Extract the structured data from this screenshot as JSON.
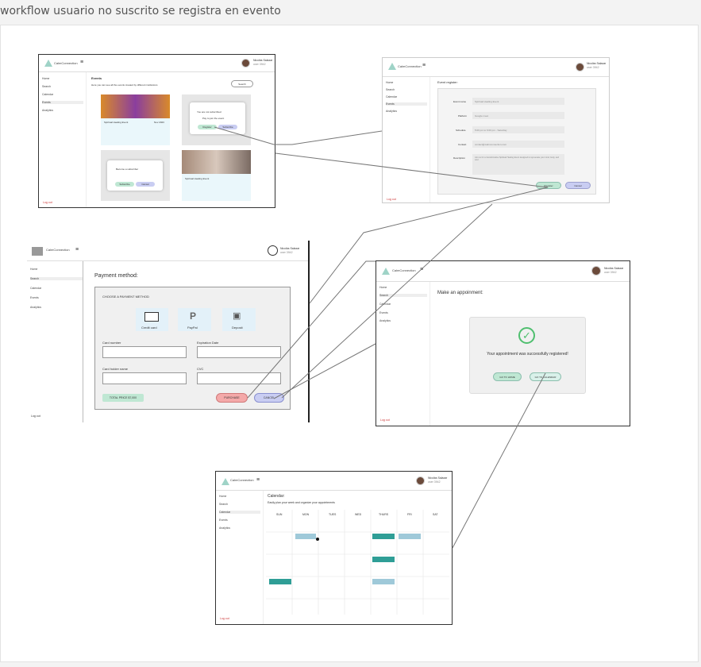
{
  "title": "workflow usuario no suscrito se registra en evento",
  "brand_name": "CalmConnection",
  "user_name": "Nicolás Salazar",
  "user_sub": "user 3942",
  "nav": [
    "Home",
    "Search",
    "Calendar",
    "Events",
    "Analytics"
  ],
  "nav_footer": "Log out",
  "events_screen": {
    "heading": "Events",
    "subheading": "Here you can see all the events created by different institutions",
    "filter_label": "Search",
    "card1_title": "Spiritual Healing Event",
    "card1_date": "Nov 2023",
    "card2_title": "Spiritual Healing Event",
    "popup1_title": "You are not subscribed",
    "popup1_sub": "Pay to join the event",
    "popup1_btn1": "Register",
    "popup1_btn2": "Subscribe",
    "popup2_title": "Become a subscriber",
    "popup2_btn1": "Subscribe",
    "popup2_btn2": "Cancel"
  },
  "register_screen": {
    "heading": "Event register:",
    "fields": [
      {
        "label": "Event name",
        "value": "Spiritual Healing Event"
      },
      {
        "label": "Platform",
        "value": "Google meet"
      },
      {
        "label": "Schedule",
        "value": "5:00 pm to 6:00 pm - Saturday"
      },
      {
        "label": "Contact",
        "value": "contact@calmconnection.com"
      },
      {
        "label": "Description",
        "value": "Join us for a transformative Spiritual Healing Event designed to rejuvenate your mind, body, and soul."
      }
    ],
    "btn_register": "Register",
    "btn_cancel": "Cancel"
  },
  "payment_screen": {
    "heading": "Payment method:",
    "choose_label": "CHOOSE A PAYMENT METHOD",
    "methods": [
      "Credit card",
      "PayPal",
      "Deposit"
    ],
    "card_number_label": "Card number",
    "expiration_label": "Expiration Date",
    "holder_label": "Card holder name",
    "cvc_label": "CVC",
    "total_label": "TOTAL PRICE $7,000",
    "btn_purchase": "PURCHASE",
    "btn_cancel": "CANCEL"
  },
  "appointment_screen": {
    "heading": "Make an appoinment:",
    "message": "Your appointment was successfully registered!",
    "btn1": "GO TO HOME",
    "btn2": "GO TO CALENDAR"
  },
  "calendar_screen": {
    "heading": "Calendar:",
    "subheading": "Easily plan your week and organize your appointments",
    "days": [
      "SUN",
      "MON",
      "TUES",
      "WED",
      "THURS",
      "FRI",
      "SAT"
    ]
  },
  "colors": {
    "accent_green": "#bfe7d3",
    "teal": "#2f9e96",
    "light_blue": "#9fc9d9",
    "lavender": "#c9cdf2",
    "pink": "#f4a9a9",
    "success": "#4fbf6f"
  }
}
